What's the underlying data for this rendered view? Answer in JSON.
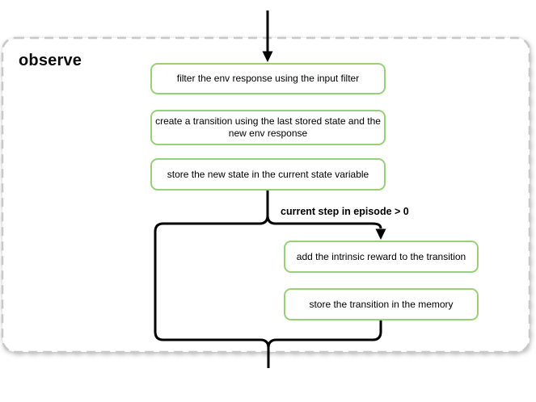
{
  "container": {
    "title": "observe"
  },
  "flow": {
    "boxes": [
      {
        "id": "filter-env-response",
        "lines": [
          "filter the env response using the input filter"
        ]
      },
      {
        "id": "create-transition",
        "lines": [
          "create a transition using the last stored state and the",
          "new env response"
        ]
      },
      {
        "id": "store-new-state",
        "lines": [
          "store the new state in the current state variable"
        ]
      },
      {
        "id": "add-intrinsic-reward",
        "lines": [
          "add the intrinsic reward to the transition"
        ]
      },
      {
        "id": "store-transition",
        "lines": [
          "store the transition in the memory"
        ]
      }
    ],
    "condition_label": "current step in episode > 0"
  },
  "colors": {
    "node_border_green": "#97d077",
    "flow_line_black": "#000000",
    "frame_dash_gray": "#c8c8c8",
    "background": "#ffffff"
  }
}
